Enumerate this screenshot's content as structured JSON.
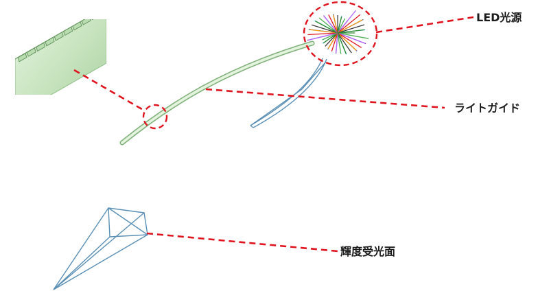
{
  "labels": {
    "led_source": "LED光源",
    "light_guide": "ライトガイド",
    "luminance_receiver": "輝度受光面"
  },
  "colors": {
    "leader_line": "#e0141e",
    "light_guide_fill": "#cfe8c8",
    "light_guide_edge": "#7fb07a",
    "wireframe": "#5a8fb5",
    "label_text": "#1a1a1a"
  },
  "icons": [
    "led-ray-burst",
    "light-guide-zoom-inset",
    "receiver-wireframe"
  ]
}
